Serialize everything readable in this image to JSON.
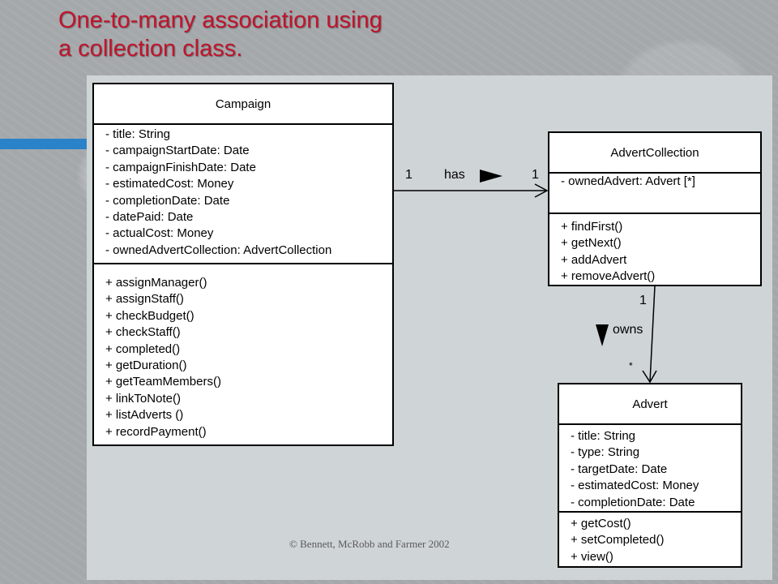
{
  "slide": {
    "title_line1": "One-to-many association using",
    "title_line2": "a collection class.",
    "footer": "© Bennett, McRobb and Farmer 2002"
  },
  "classes": {
    "campaign": {
      "name": "Campaign",
      "attributes": [
        "- title: String",
        "- campaignStartDate: Date",
        "- campaignFinishDate: Date",
        "- estimatedCost: Money",
        "- completionDate: Date",
        "- datePaid: Date",
        "- actualCost: Money",
        "- ownedAdvertCollection: AdvertCollection"
      ],
      "operations": [
        "+ assignManager()",
        "+ assignStaff()",
        "+ checkBudget()",
        "+ checkStaff()",
        "+ completed()",
        "+ getDuration()",
        "+ getTeamMembers()",
        "+ linkToNote()",
        "+ listAdverts ()",
        "+ recordPayment()"
      ]
    },
    "advertCollection": {
      "name": "AdvertCollection",
      "attributes": [
        "- ownedAdvert: Advert [*]"
      ],
      "operations": [
        "+ findFirst()",
        "+ getNext()",
        "+ addAdvert",
        "+ removeAdvert()"
      ]
    },
    "advert": {
      "name": "Advert",
      "attributes": [
        "- title: String",
        "- type: String",
        "- targetDate: Date",
        "- estimatedCost: Money",
        "- completionDate: Date"
      ],
      "operations": [
        "+ getCost()",
        "+ setCompleted()",
        "+ view()"
      ]
    }
  },
  "associations": {
    "has": {
      "label": "has",
      "source_multiplicity": "1",
      "target_multiplicity": "1"
    },
    "owns": {
      "label": "owns",
      "source_multiplicity": "1",
      "target_multiplicity": "*"
    }
  },
  "colors": {
    "title": "#c0142c",
    "accent_bar": "#2a83c8",
    "panel": "#cfd4d6"
  }
}
